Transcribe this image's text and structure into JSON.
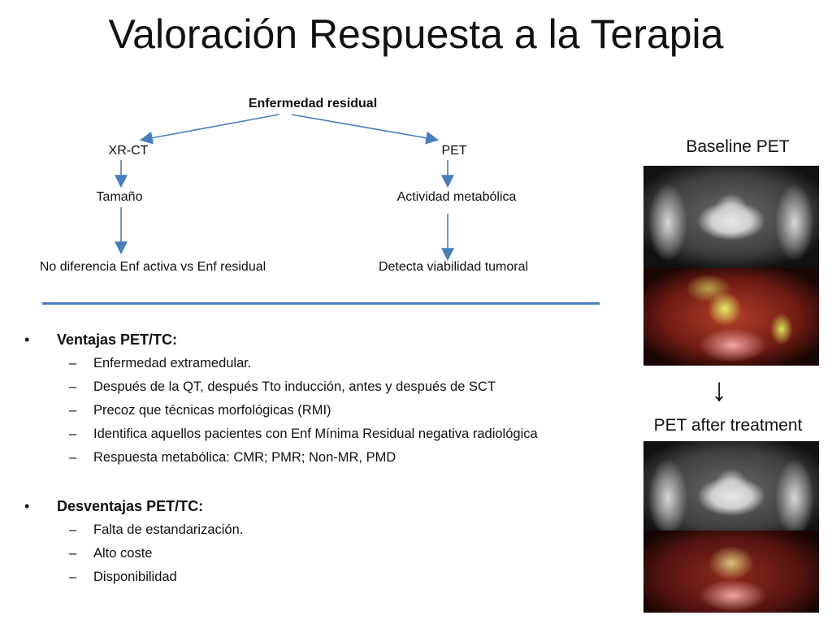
{
  "title": "Valoración Respuesta a la Terapia",
  "diagram": {
    "root": "Enfermedad residual",
    "left": {
      "method": "XR-CT",
      "measure": "Tamaño",
      "result": "No diferencia Enf activa vs Enf residual"
    },
    "right": {
      "method": "PET",
      "measure": "Actividad metabólica",
      "result": "Detecta viabilidad tumoral"
    }
  },
  "ventajas": {
    "heading": "Ventajas PET/TC:",
    "items": [
      "Enfermedad extramedular.",
      "Después de la QT, después Tto inducción, antes y después de SCT",
      "Precoz que técnicas morfológicas (RMI)",
      "Identifica aquellos pacientes con Enf Mínima Residual negativa radiológica",
      "Respuesta metabólica: CMR; PMR; Non-MR, PMD"
    ]
  },
  "desventajas": {
    "heading": "Desventajas PET/TC:",
    "items": [
      "Falta de estandarización.",
      "Alto coste",
      "Disponibilidad"
    ]
  },
  "images": {
    "baseline_label": "Baseline PET",
    "after_label": "PET after treatment",
    "arrow": "↓"
  },
  "colors": {
    "accent": "#4a7ebb"
  }
}
